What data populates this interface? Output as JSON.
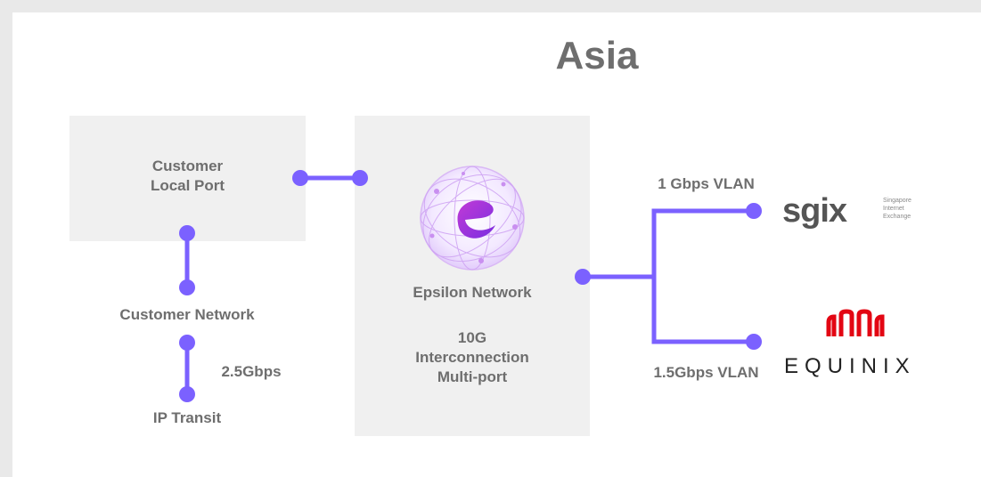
{
  "title": "Asia",
  "left_box": {
    "label_line1": "Customer",
    "label_line2": "Local Port"
  },
  "customer_network": "Customer Network",
  "ip_transit": "IP Transit",
  "transit_speed": "2.5Gbps",
  "center_box": {
    "name": "Epsilon Network",
    "line1": "10G",
    "line2": "Interconnection",
    "line3": "Multi-port"
  },
  "vlan_top": "1 Gbps VLAN",
  "vlan_bottom": "1.5Gbps VLAN",
  "sgix": {
    "name": "sgix",
    "tag_line1": "Singapore",
    "tag_line2": "Internet",
    "tag_line3": "Exchange"
  },
  "equinix": {
    "name": "EQUINIX"
  },
  "colors": {
    "accent": "#7b61ff",
    "box": "#f0f0f0",
    "text": "#6e6e6e",
    "equinix_red": "#e30613"
  }
}
